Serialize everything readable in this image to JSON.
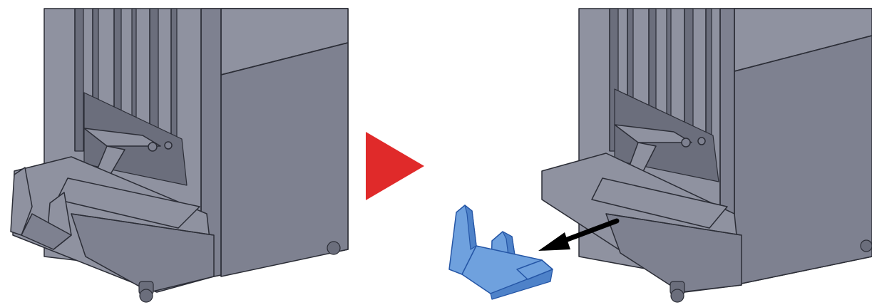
{
  "figure": {
    "panels": [
      {
        "id": "before",
        "state": "tray-attached"
      },
      {
        "id": "after",
        "state": "tray-removed"
      }
    ],
    "step_indicator": {
      "icon": "right-triangle-arrow-icon"
    },
    "action_indicator": {
      "icon": "pull-out-arrow-icon"
    }
  },
  "colors": {
    "body": "#8f92a0",
    "body_dark": "#7e8190",
    "body_darker": "#6b6e7c",
    "outline": "#2b2d36",
    "step_arrow": "#e02a2a",
    "removed_part": "#6fa1de",
    "removed_part_dark": "#4e82c9",
    "removed_outline": "#2556a6",
    "action_arrow": "#000000"
  }
}
